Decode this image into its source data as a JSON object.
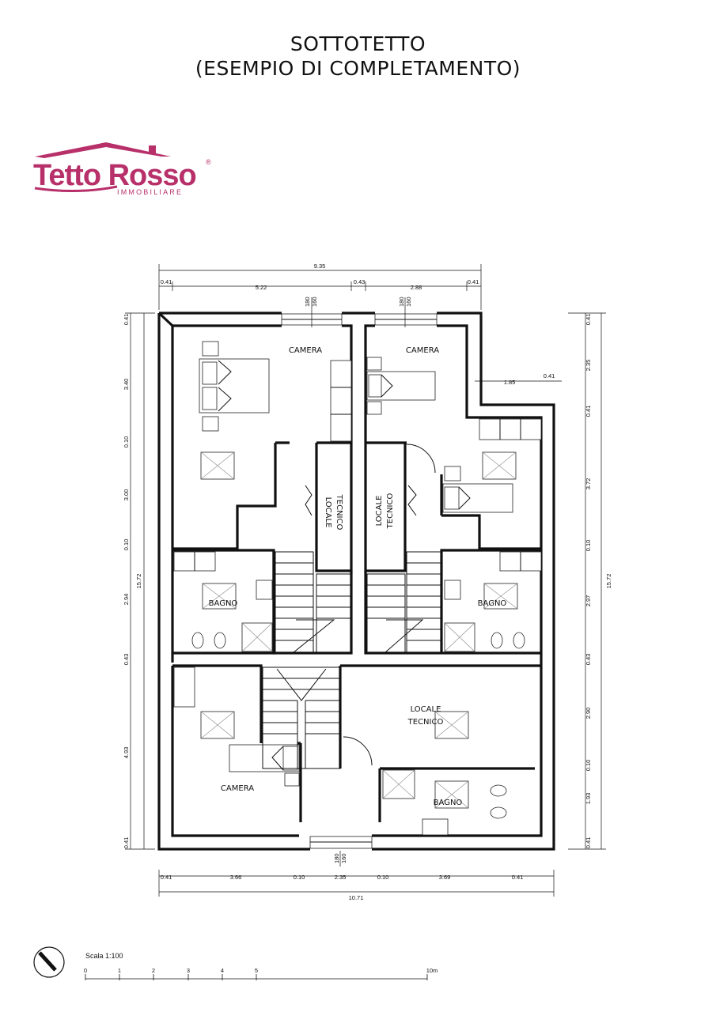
{
  "title": {
    "line1": "SOTTOTETTO",
    "line2": "(ESEMPIO DI COMPLETAMENTO)"
  },
  "logo": {
    "brand": "Tetto Rosso",
    "sub": "IMMOBILIARE",
    "color": "#b8306a"
  },
  "rooms": {
    "camera_nw": "CAMERA",
    "camera_ne": "CAMERA",
    "camera_s": "CAMERA",
    "bagno_w": "BAGNO",
    "bagno_e": "BAGNO",
    "bagno_s": "BAGNO",
    "tecnico_1": "LOCALE",
    "tecnico_1b": "TECNICO",
    "tecnico_2": "LOCALE",
    "tecnico_2b": "TECNICO",
    "tecnico_3": "LOCALE",
    "tecnico_3b": "TECNICO"
  },
  "dims": {
    "top_total": "9.35",
    "top_a": "0.41",
    "top_b": "5.22",
    "top_c": "0.43",
    "top_d": "2.88",
    "top_e": "0.41",
    "win_a": "180",
    "win_b": "160",
    "left_total": "15.72",
    "left": [
      "0.41",
      "3.40",
      "0.10",
      "3.00",
      "0.10",
      "2.94",
      "0.43",
      "4.93",
      "0.41"
    ],
    "right_total": "15.72",
    "right": [
      "0.41",
      "2.35",
      "0.41",
      "3.72",
      "0.10",
      "2.97",
      "0.43",
      "2.90",
      "0.10",
      "1.93",
      "0.41"
    ],
    "inner_185": "1.85",
    "inner_041": "0.41",
    "bottom_total": "10.71",
    "bottom": [
      "0.41",
      "3.66",
      "0.10",
      "2.35",
      "0.10",
      "3.69",
      "0.41"
    ]
  },
  "scale": {
    "label": "Scala 1:100",
    "ticks": [
      "0",
      "1",
      "2",
      "3",
      "4",
      "5",
      "10m"
    ]
  }
}
